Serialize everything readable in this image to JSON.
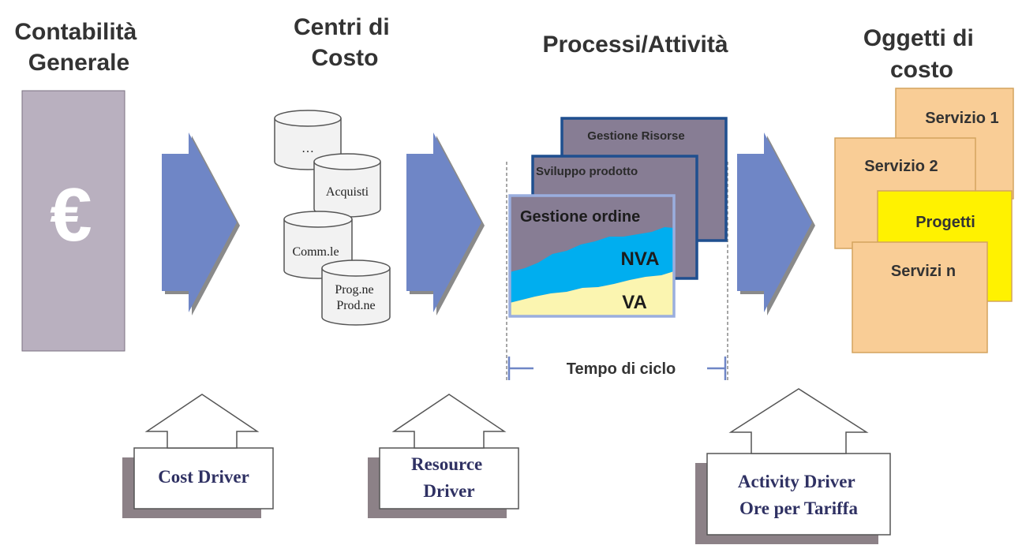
{
  "columns": {
    "general_accounting": "Contabilità|Generale",
    "cost_centers": "Centri di|Costo",
    "processes": "Processi/Attività",
    "cost_objects": "Oggetti di|costo"
  },
  "euro_symbol": "€",
  "cost_centers": {
    "items": [
      "…",
      "Acquisti",
      "Comm.le",
      "Prog.ne|Prod.ne"
    ]
  },
  "processes": {
    "cards": [
      "Gestione Risorse",
      "Sviluppo prodotto",
      "Gestione ordine"
    ],
    "nva_label": "NVA",
    "va_label": "VA",
    "cycle_time_label": "Tempo di  ciclo"
  },
  "cost_objects": {
    "items": [
      "Servizio 1",
      "Servizio 2",
      "Progetti",
      "Servizi n"
    ]
  },
  "drivers": {
    "cost": "Cost Driver",
    "resource": "Resource|Driver",
    "activity": "Activity Driver|Ore per Tariffa"
  },
  "colors": {
    "header_text": "#333333",
    "ledger_fill": "#b9b0bf",
    "arrow_fill": "#6f86c6",
    "arrow_shadow": "#8a8a8a",
    "card_fill": "#877d94",
    "card_border_dark": "#1f4f8f",
    "card_border_light": "#9aaede",
    "nva_fill": "#00aeef",
    "va_fill": "#fbf5b0",
    "object_fill": "#f9cd96",
    "object_border": "#d4a45e",
    "project_fill": "#fff200",
    "driver_text": "#2f3163",
    "driver_shadow": "#8c8187"
  }
}
